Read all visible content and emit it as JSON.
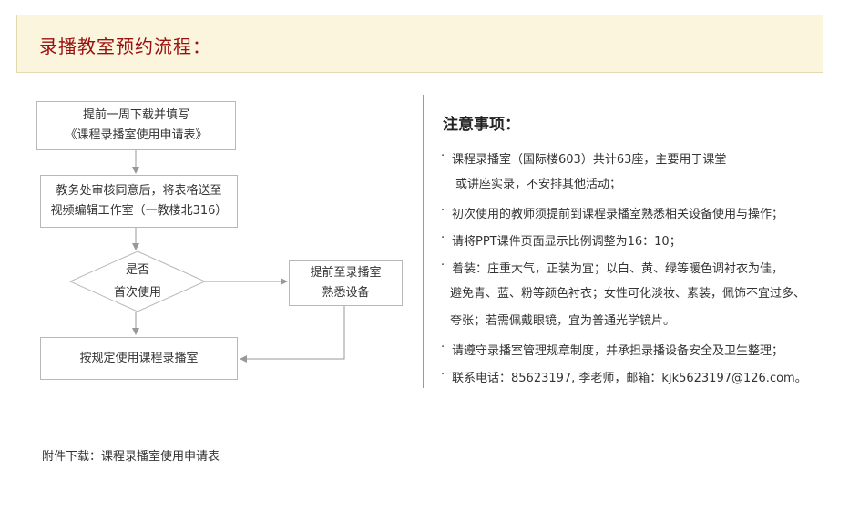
{
  "header": {
    "title": "录播教室预约流程："
  },
  "flow": {
    "step1": {
      "line1": "提前一周下载并填写",
      "line2": "《课程录播室使用申请表》"
    },
    "step2": {
      "line1": "教务处审核同意后，将表格送至",
      "line2": "视频编辑工作室（一教楼北316）"
    },
    "decision": {
      "line1": "是否",
      "line2": "首次使用"
    },
    "side_step": {
      "line1": "提前至录播室",
      "line2": "熟悉设备"
    },
    "final_step": {
      "label": "按规定使用课程录播室"
    },
    "line_color": "#999999"
  },
  "notes": {
    "title": "注意事项：",
    "bullet": "·",
    "items": [
      {
        "lines": [
          "课程录播室（国际楼603）共计63座，主要用于课堂",
          "或讲座实录，不安排其他活动；"
        ]
      },
      {
        "lines": [
          "初次使用的教师须提前到课程录播室熟悉相关设备使用与操作；"
        ]
      },
      {
        "lines": [
          "请将PPT课件页面显示比例调整为16：10；"
        ]
      },
      {
        "lines": [
          "着装：庄重大气，正装为宜；以白、黄、绿等暖色调衬衣为佳，",
          "避免青、蓝、粉等颜色衬衣；女性可化淡妆、素装，佩饰不宜过多、",
          "夸张；若需佩戴眼镜，宜为普通光学镜片。"
        ]
      },
      {
        "lines": [
          "请遵守录播室管理规章制度，并承担录播设备安全及卫生整理；"
        ]
      },
      {
        "lines": [
          "联系电话：85623197, 李老师，邮箱：kjk5623197@126.com。"
        ]
      }
    ]
  },
  "attachment": {
    "text": "附件下载：课程录播室使用申请表"
  },
  "colors": {
    "banner_bg": "#fbf5dd",
    "title_red": "#9a1010"
  }
}
